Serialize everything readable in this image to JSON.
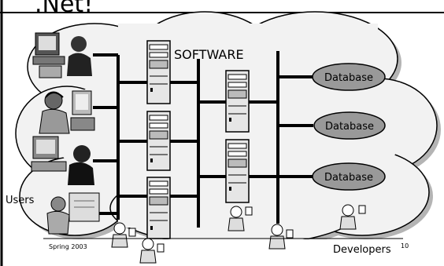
{
  "slide": {
    "title": ".Net!",
    "center_label": "SOFTWARE",
    "users_label": "Users",
    "developers_label": "Developers",
    "footer_date": "Spring 2003",
    "page_number": "10"
  },
  "databases": [
    "Database",
    "Database",
    "Database"
  ],
  "icons": {
    "users": [
      "person-at-computer-icon",
      "headset-operator-icon",
      "person-at-terminal-icon",
      "person-at-whiteboard-icon"
    ],
    "servers": "tower-server-icon",
    "developers": "developer-with-coffee-icon"
  }
}
